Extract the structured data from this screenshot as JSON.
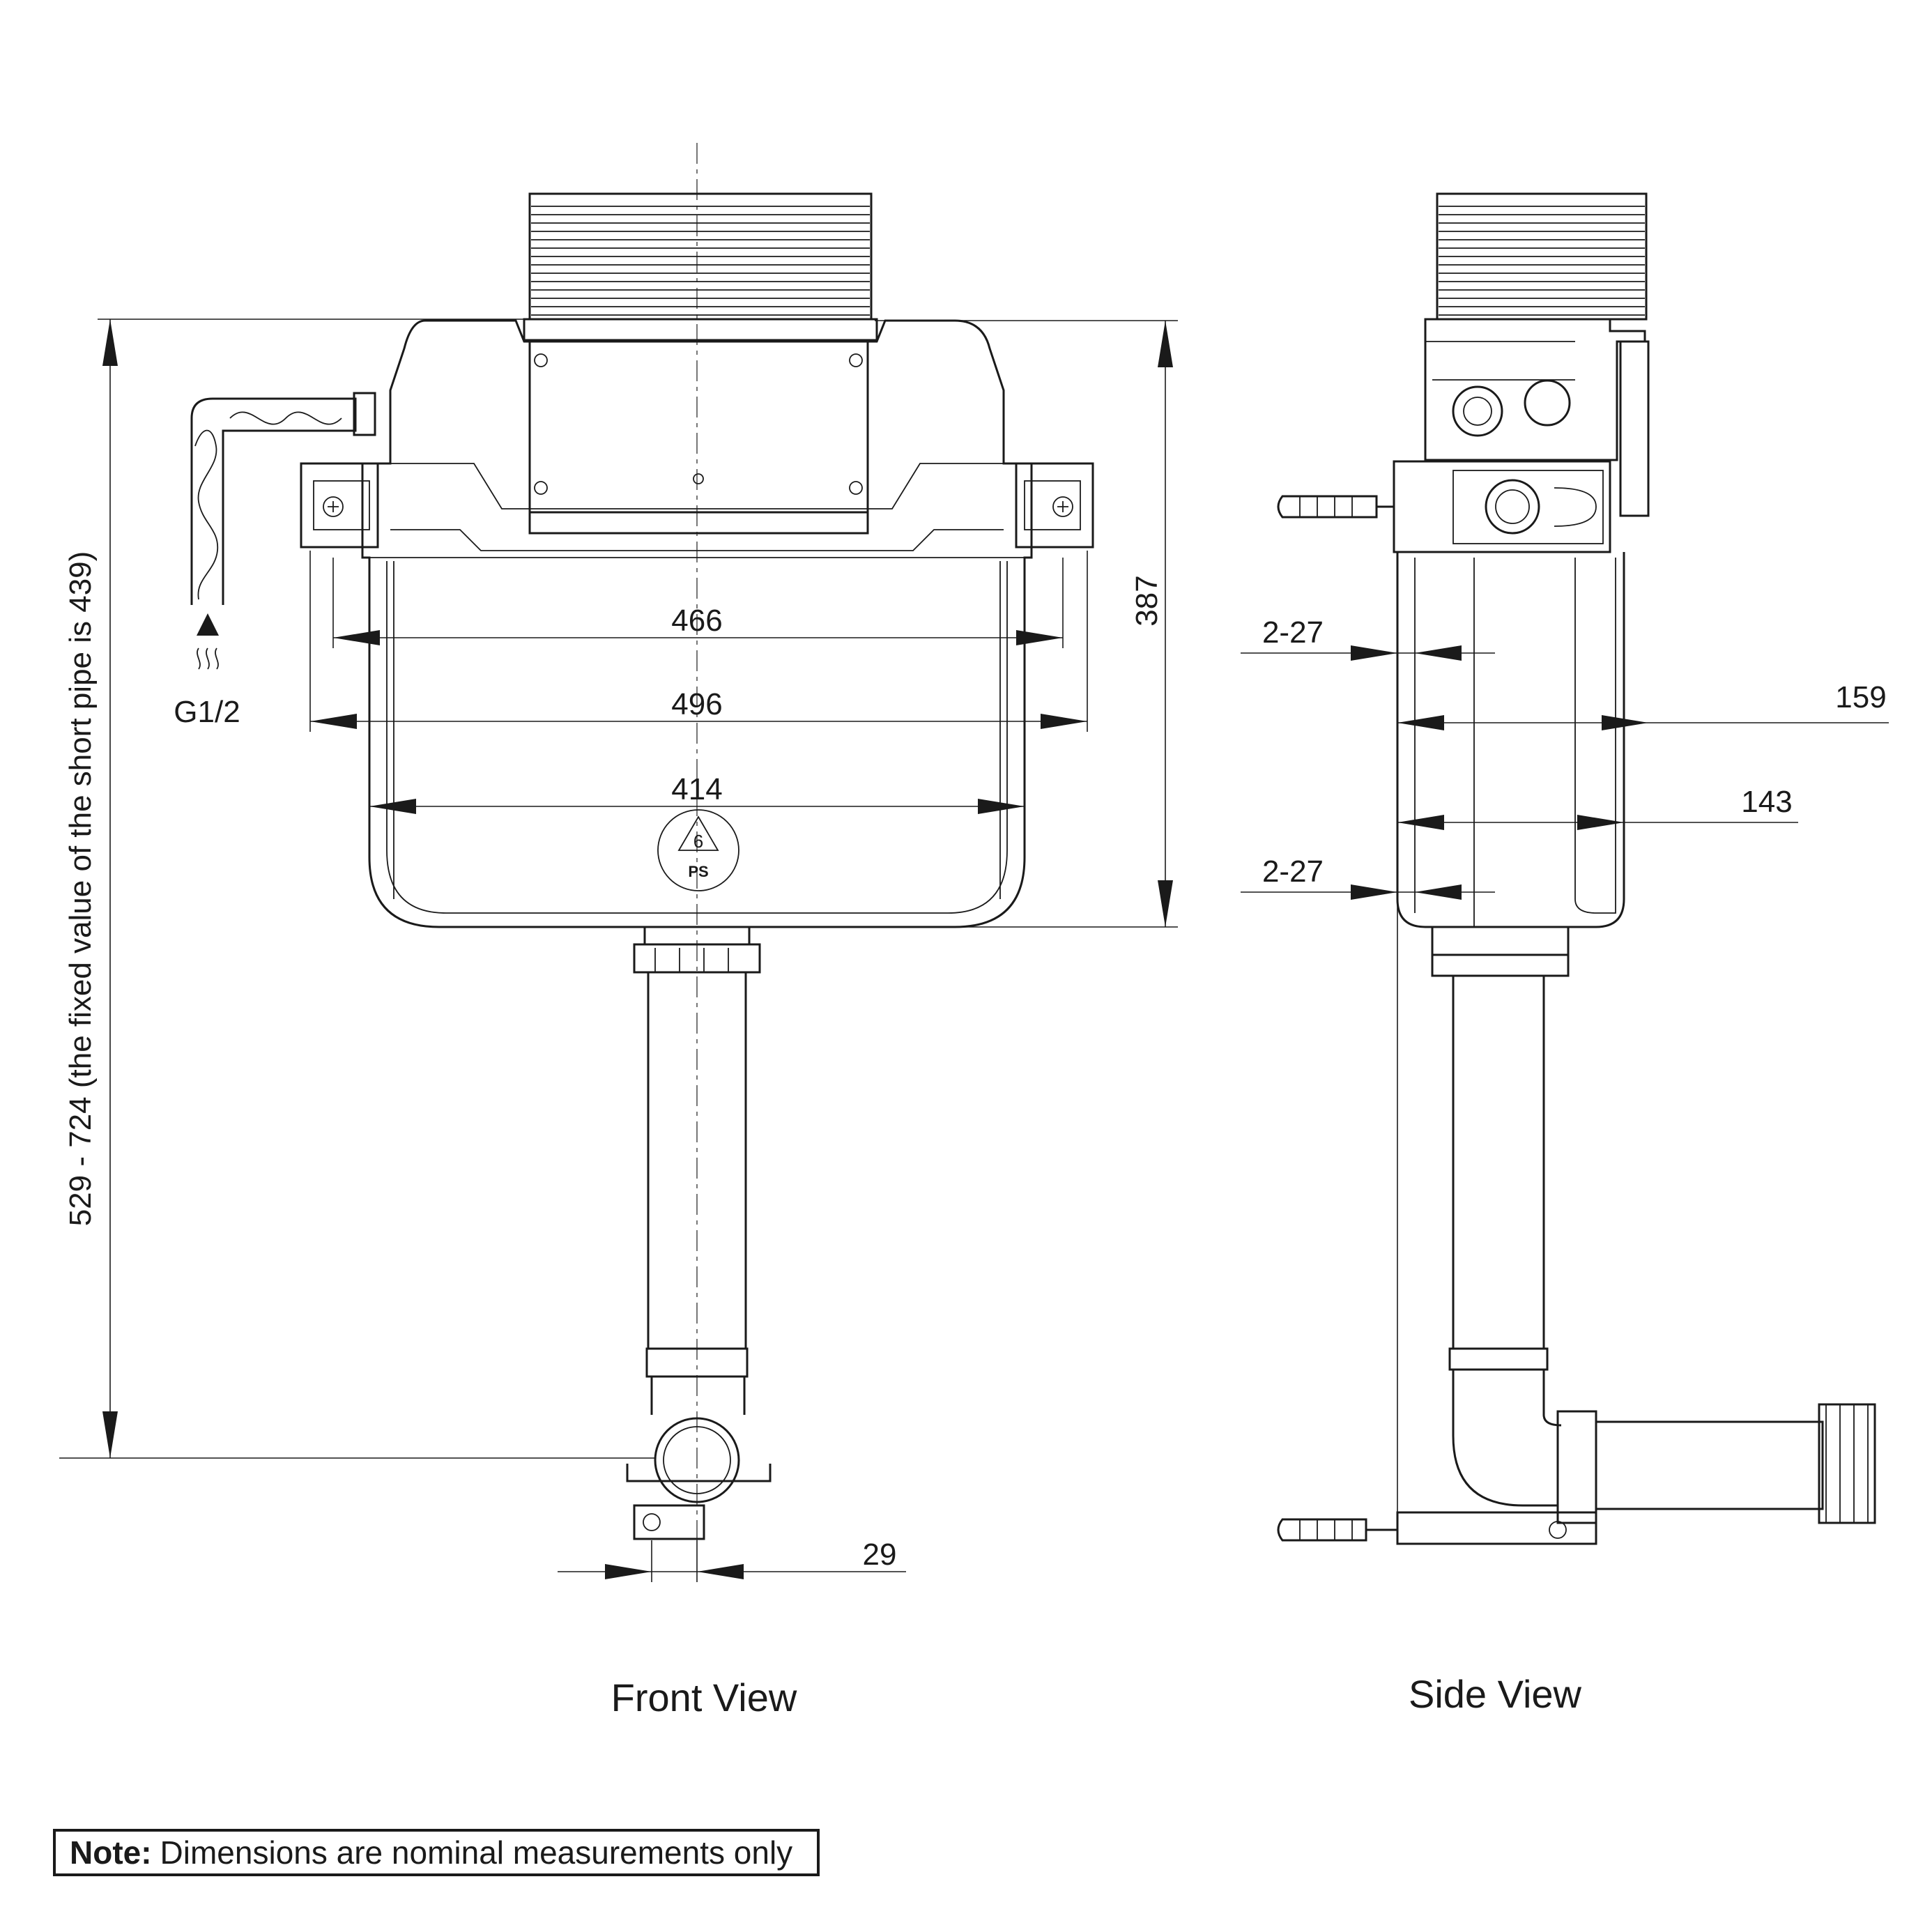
{
  "front_view": {
    "title": "Front View",
    "dim_466": "466",
    "dim_496": "496",
    "dim_414": "414",
    "dim_387": "387",
    "dim_29": "29",
    "dim_height": "529 - 724 (the fixed value of the short pipe is 439)",
    "inlet_label": "G1/2",
    "recycle_number": "6",
    "recycle_code": "PS"
  },
  "side_view": {
    "title": "Side View",
    "dim_2_27_top": "2-27",
    "dim_2_27_bottom": "2-27",
    "dim_159": "159",
    "dim_143": "143"
  },
  "note": {
    "label": "Note:",
    "text": "Dimensions are nominal measurements only"
  }
}
